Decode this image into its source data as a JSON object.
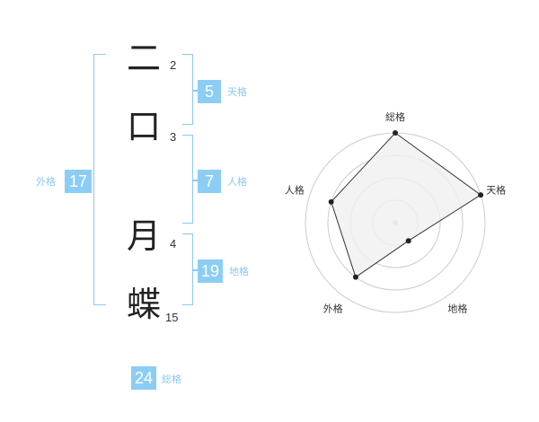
{
  "name": {
    "characters": [
      {
        "char": "二",
        "strokes": "2"
      },
      {
        "char": "口",
        "strokes": "3"
      },
      {
        "char": "月",
        "strokes": "4"
      },
      {
        "char": "蝶",
        "strokes": "15"
      }
    ]
  },
  "fortunes": {
    "tenkaku": {
      "label": "天格",
      "value": "5"
    },
    "jinkaku": {
      "label": "人格",
      "value": "7"
    },
    "chikaku": {
      "label": "地格",
      "value": "19"
    },
    "gaikaku": {
      "label": "外格",
      "value": "17"
    },
    "soukaku": {
      "label": "総格",
      "value": "24"
    }
  },
  "chart_data": {
    "type": "radar",
    "axes": [
      "総格",
      "天格",
      "地格",
      "外格",
      "人格"
    ],
    "series": [
      {
        "values": [
          4,
          4,
          1,
          3,
          3
        ]
      }
    ],
    "range": [
      0,
      4
    ],
    "rings": 4,
    "colors": {
      "fill": "#f0f0f0",
      "line": "#333333",
      "ring": "#cccccc",
      "center": "#cccccc"
    }
  },
  "colors": {
    "accent": "#8ccdf5",
    "bracket": "#8cc8f0"
  }
}
